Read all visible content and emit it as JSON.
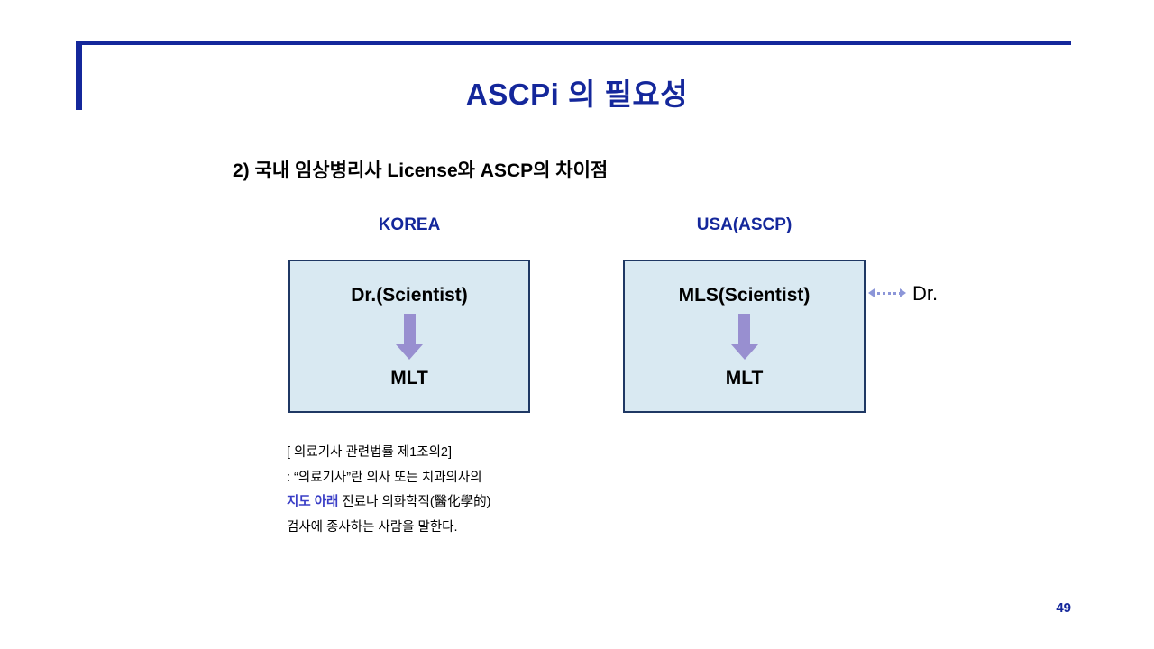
{
  "slide": {
    "title": "ASCPi 의 필요성",
    "subtitle": "2) 국내 임상병리사 License와 ASCP의 차이점",
    "page_number": "49"
  },
  "diagram": {
    "left": {
      "header": "KOREA",
      "top_label": "Dr.(Scientist)",
      "bottom_label": "MLT"
    },
    "right": {
      "header": "USA(ASCP)",
      "top_label": "MLS(Scientist)",
      "bottom_label": "MLT"
    },
    "side_label": "Dr."
  },
  "note": {
    "line1": "[ 의료기사 관련법률 제1조의2]",
    "line2": " :  “의료기사”란 의사 또는 치과의사의",
    "line3_highlight": "지도 아래",
    "line3_rest": " 진료나 의화학적(醫化學的)",
    "line4": "검사에 종사하는 사람을 말한다."
  },
  "colors": {
    "accent_navy": "#14279b",
    "box_fill": "#d9e9f2",
    "box_border": "#1f3864",
    "arrow_purple": "#988fd0",
    "dotted_arrow": "#8c96d8",
    "note_highlight": "#3a3ec6"
  }
}
